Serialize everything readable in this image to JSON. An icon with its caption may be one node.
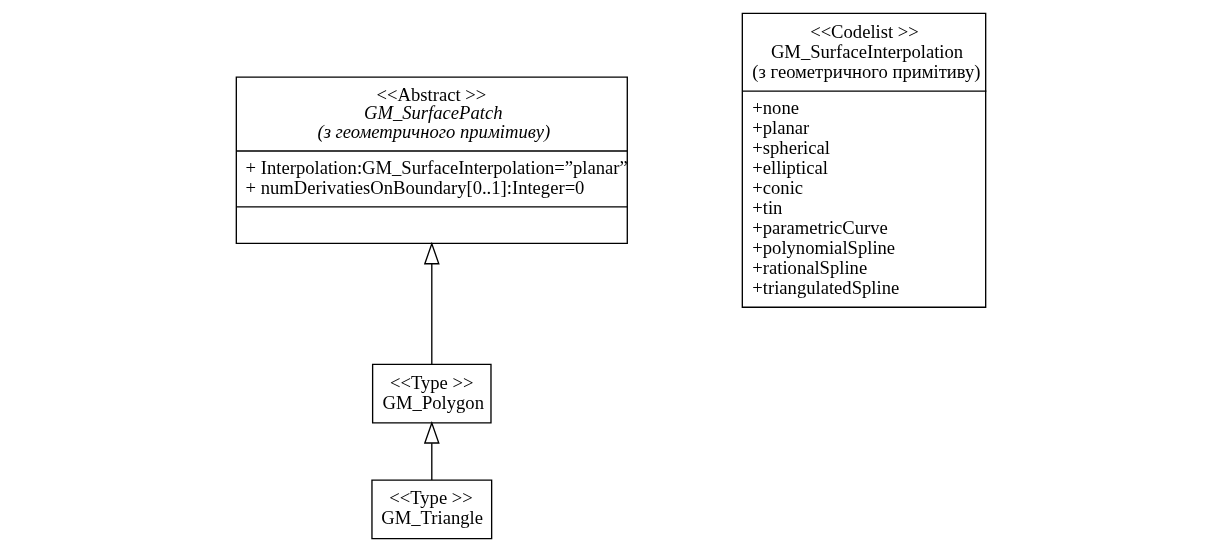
{
  "diagram": {
    "nodes": [
      {
        "text": [
          "<<Abstract >>",
          "GM_SurfacePatch",
          "(з геометричного примітиву)",
          "+ Interpolation:GM_SurfaceInterpolation=”planar”",
          "+ numDerivatiesOnBoundary[0..1]:Integer=0"
        ]
      },
      {
        "text": [
          "<<Type >>",
          "GM_Polygon"
        ]
      },
      {
        "text": [
          "<<Type >>",
          "GM_Triangle"
        ]
      },
      {
        "text": [
          "<<Codelist >>",
          "GM_SurfaceInterpolation",
          "(з геометричного примітиву)",
          "+none",
          "+planar",
          "+spherical",
          "+elliptical",
          "+conic",
          "+tin",
          "+parametricCurve",
          "+polynomialSpline",
          "+rationalSpline",
          "+triangulatedSpline"
        ]
      }
    ],
    "edges": [
      {
        "from": 1,
        "to": 0,
        "arrow": "to"
      },
      {
        "from": 2,
        "to": 1,
        "arrow": "to"
      }
    ]
  }
}
